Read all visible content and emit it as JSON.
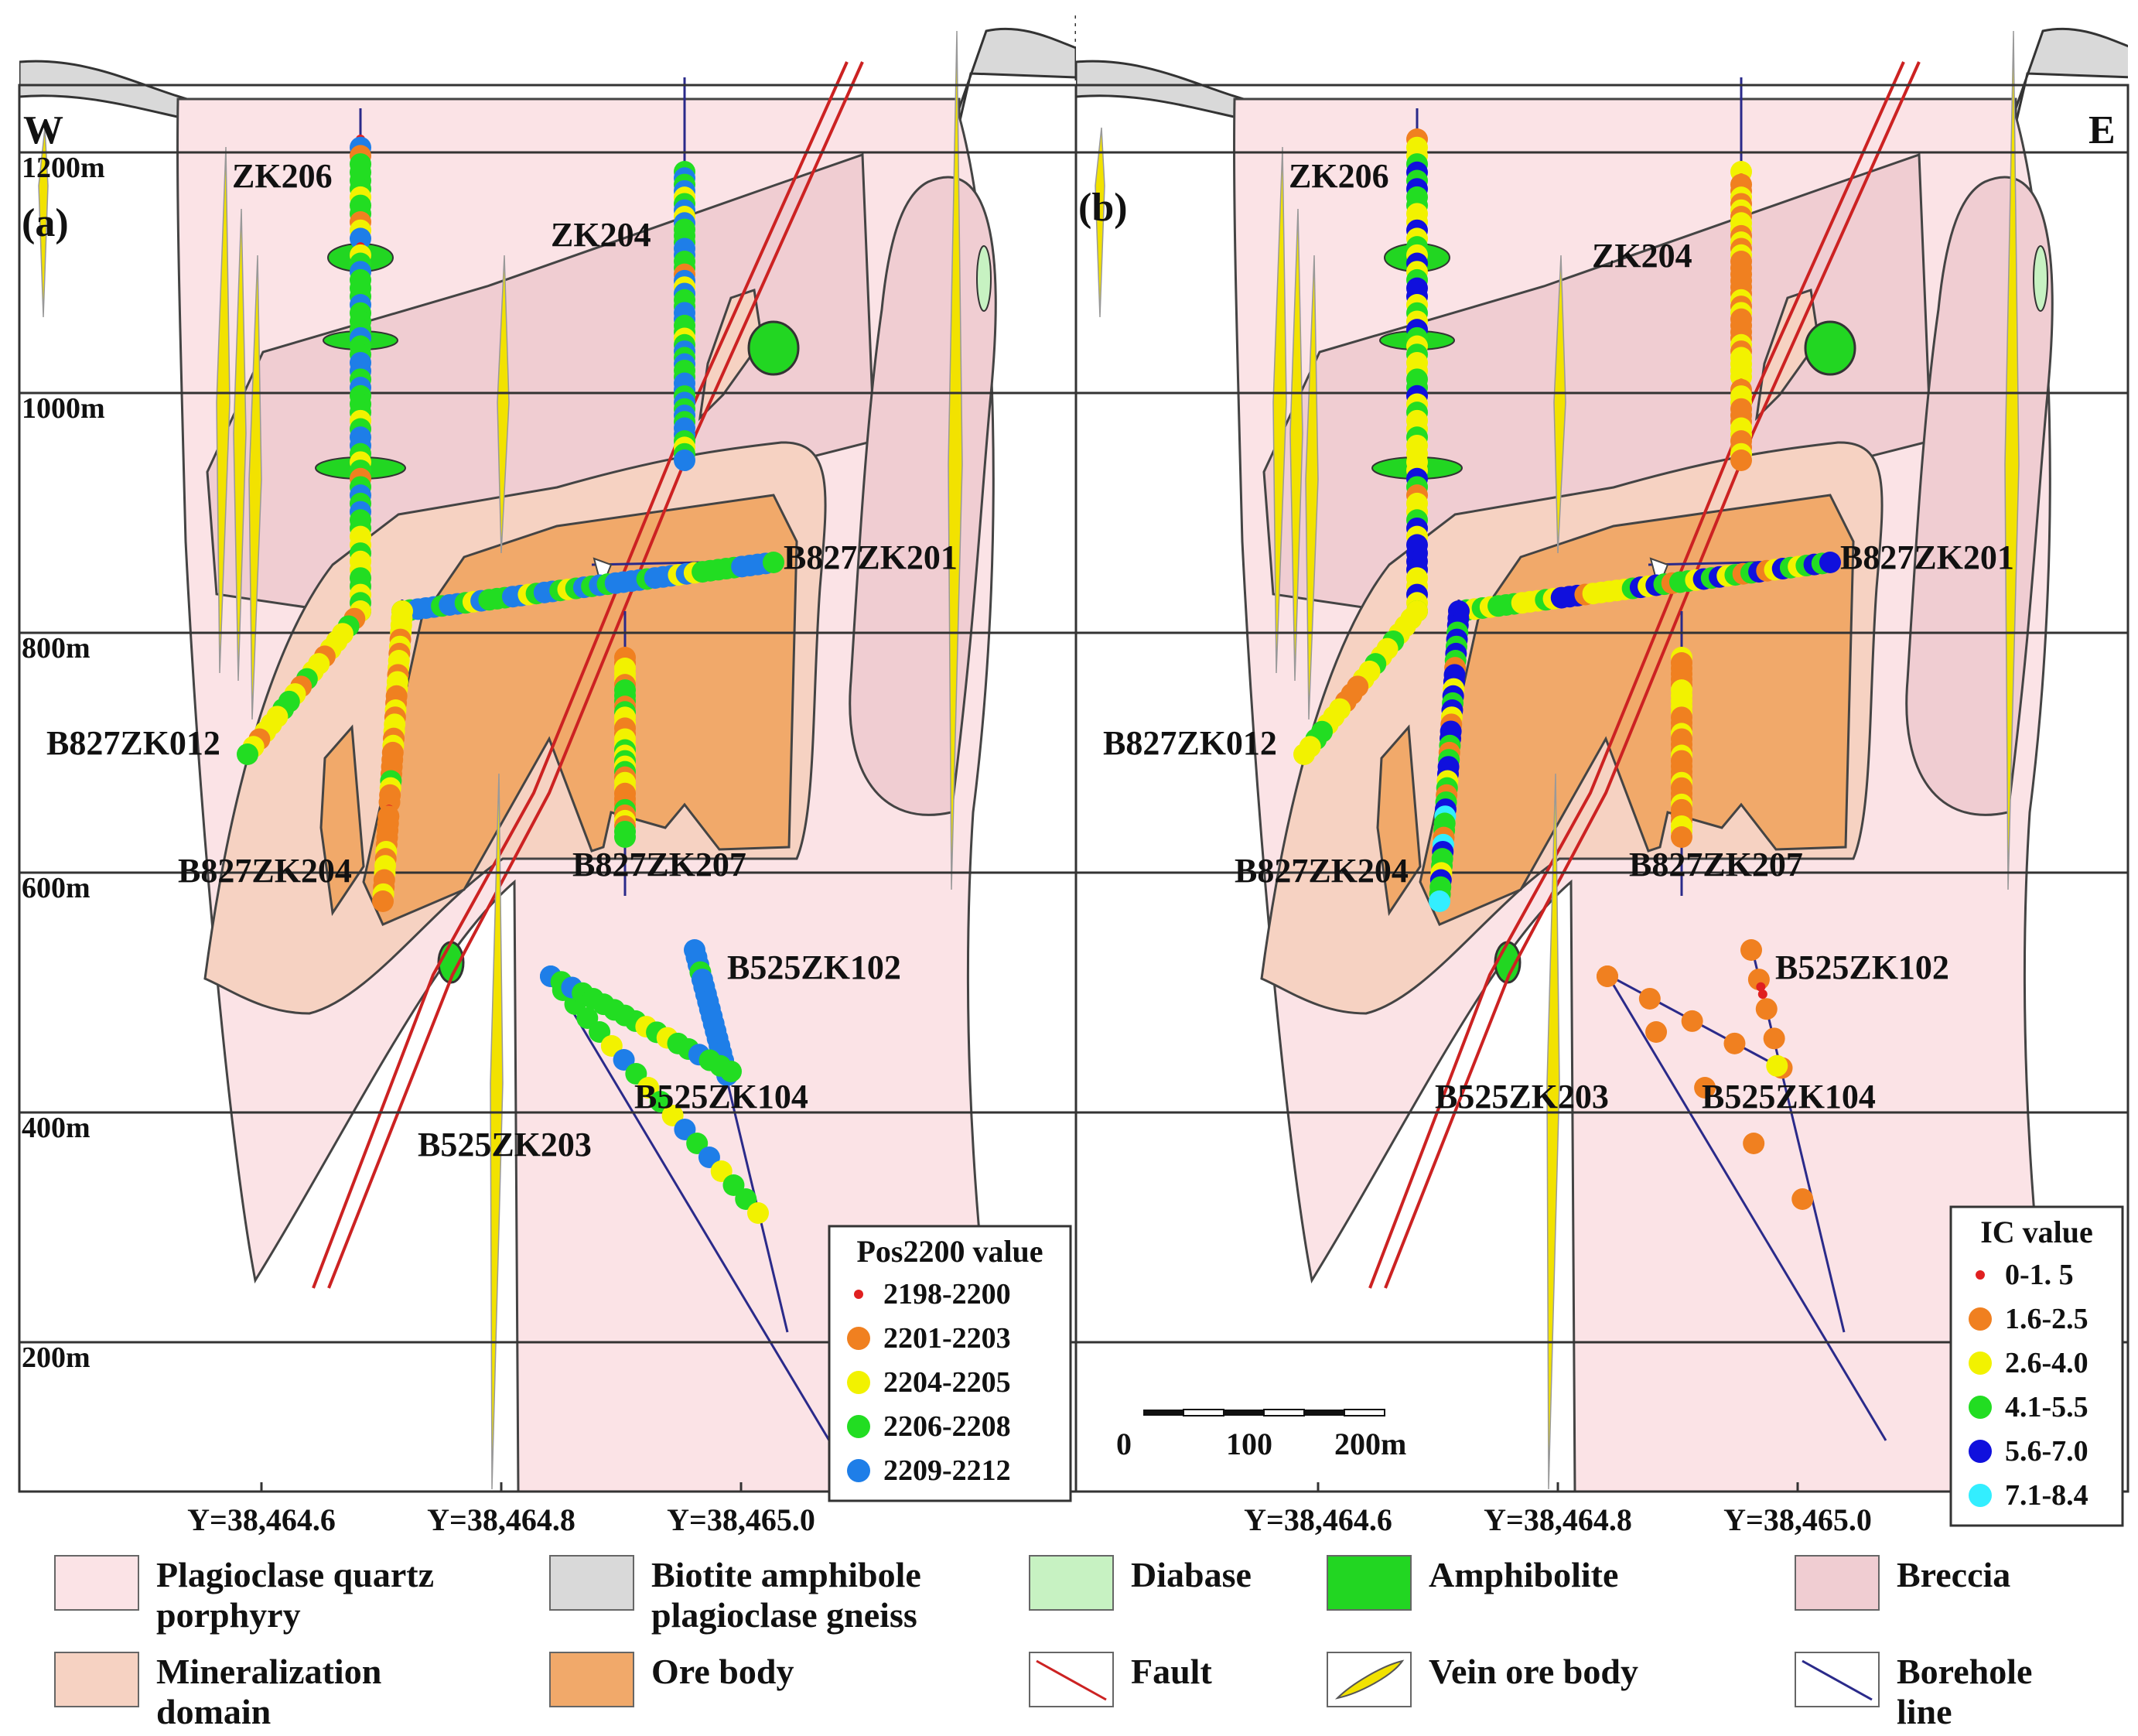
{
  "panels": [
    {
      "id": "a",
      "label": "(a)",
      "direction_label": "W",
      "elevations": [
        "1200m",
        "1000m",
        "800m",
        "600m",
        "400m",
        "200m"
      ],
      "boreholes": [
        "ZK206",
        "ZK204",
        "B827ZK201",
        "B827ZK012",
        "B827ZK204",
        "B827ZK207",
        "B525ZK102",
        "B525ZK104",
        "B525ZK203"
      ],
      "legend": {
        "title": "Pos2200 value",
        "items": [
          {
            "label": "2198-2200",
            "color": "#e02020"
          },
          {
            "label": "2201-2203",
            "color": "#f08020"
          },
          {
            "label": "2204-2205",
            "color": "#f2f200"
          },
          {
            "label": "2206-2208",
            "color": "#22dd22"
          },
          {
            "label": "2209-2212",
            "color": "#1e7ee8"
          }
        ]
      }
    },
    {
      "id": "b",
      "label": "(b)",
      "direction_label": "E",
      "boreholes": [
        "ZK206",
        "ZK204",
        "B827ZK201",
        "B827ZK012",
        "B827ZK204",
        "B827ZK207",
        "B525ZK102",
        "B525ZK104",
        "B525ZK203"
      ],
      "legend": {
        "title": "IC value",
        "items": [
          {
            "label": "0-1. 5",
            "color": "#e02020"
          },
          {
            "label": "1.6-2.5",
            "color": "#f08020"
          },
          {
            "label": "2.6-4.0",
            "color": "#f2f200"
          },
          {
            "label": "4.1-5.5",
            "color": "#22dd22"
          },
          {
            "label": "5.6-7.0",
            "color": "#1010dd"
          },
          {
            "label": "7.1-8.4",
            "color": "#33eeff"
          }
        ]
      },
      "scale_bar": {
        "labels": [
          "0",
          "100",
          "200m"
        ]
      }
    }
  ],
  "x_axis": {
    "ticks_a": [
      "Y=38,464.6",
      "Y=38,464.8",
      "Y=38,465.0"
    ],
    "ticks_b": [
      "Y=38,464.6",
      "Y=38,464.8",
      "Y=38,465.0"
    ]
  },
  "lithology_legend": [
    {
      "label": "Plagioclase quartz\nporphyry",
      "color": "#fbe3e6",
      "kind": "fill"
    },
    {
      "label": "Biotite amphibole\nplagioclase gneiss",
      "color": "#d9d9d9",
      "kind": "fill"
    },
    {
      "label": "Diabase",
      "color": "#c7f2c2",
      "kind": "fill"
    },
    {
      "label": "Amphibolite",
      "color": "#22d622",
      "kind": "fill"
    },
    {
      "label": "Breccia",
      "color": "#f0cdd2",
      "kind": "fill"
    },
    {
      "label": "Mineralization\ndomain",
      "color": "#f6d2c2",
      "kind": "fill"
    },
    {
      "label": "Ore body",
      "color": "#f1a96a",
      "kind": "fill"
    },
    {
      "label": "Fault",
      "color": "#cc2222",
      "kind": "line"
    },
    {
      "label": "Vein ore body",
      "color": "#f2e200",
      "kind": "vein"
    },
    {
      "label": "Borehole\nline",
      "color": "#2a2a8a",
      "kind": "line"
    }
  ],
  "colors": {
    "porphyry": "#fbe3e6",
    "gneiss": "#d9d9d9",
    "breccia": "#f0cdd2",
    "mineral_domain": "#f6d2c2",
    "ore_body": "#f1a96a",
    "amphibolite": "#22d622",
    "diabase": "#c7f2c2",
    "fault": "#cc2222",
    "vein": "#f2e200",
    "borehole": "#2a2a8a"
  }
}
